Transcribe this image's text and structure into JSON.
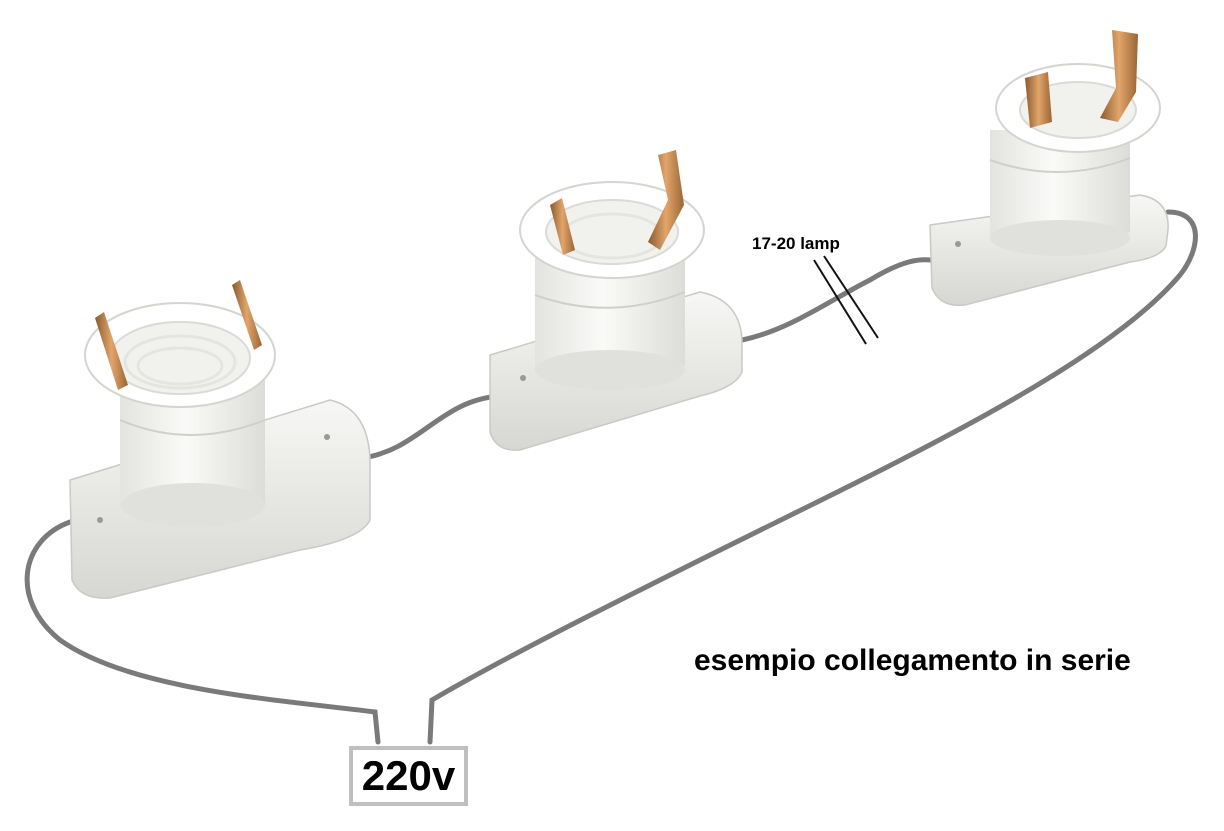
{
  "diagram": {
    "lamp_count_label": "17-20 lamp",
    "caption": "esempio collegamento in serie",
    "supply_label": "220v"
  },
  "colors": {
    "wire": "#7a7a7a",
    "socket_body": "#f4f4f2",
    "socket_shadow": "#d9d9d6",
    "contact": "#c98a4e",
    "supply_border": "#bfbfbf"
  },
  "icons": [
    "lamp-socket-icon",
    "lamp-socket-icon",
    "lamp-socket-icon"
  ]
}
